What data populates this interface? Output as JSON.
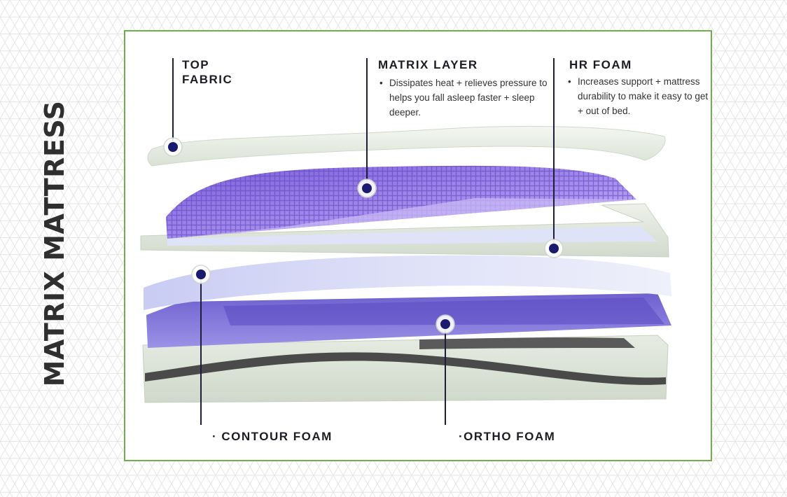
{
  "side_title": "MATRIX MATTRESS",
  "labels": {
    "top_fabric": {
      "title_line1": "TOP",
      "title_line2": "FABRIC"
    },
    "matrix_layer": {
      "title": "MATRIX LAYER",
      "desc": "Dissipates heat + relieves pressure to helps you fall asleep faster + sleep deeper."
    },
    "hr_foam": {
      "title": "HR FOAM",
      "desc": "Increases support + mattress durability to make it easy to get in + out of bed."
    },
    "contour_foam": "· CONTOUR FOAM",
    "ortho_foam": "·ORTHO FOAM"
  },
  "colors": {
    "frame_border": "#6fb04a",
    "marker": "#1a1a6e",
    "matrix_purple": "#8b6fe0",
    "contour_lavender": "#d6d8f6",
    "ortho_purple": "#7e6fd6",
    "foam_gray": "#e4e9e0"
  }
}
